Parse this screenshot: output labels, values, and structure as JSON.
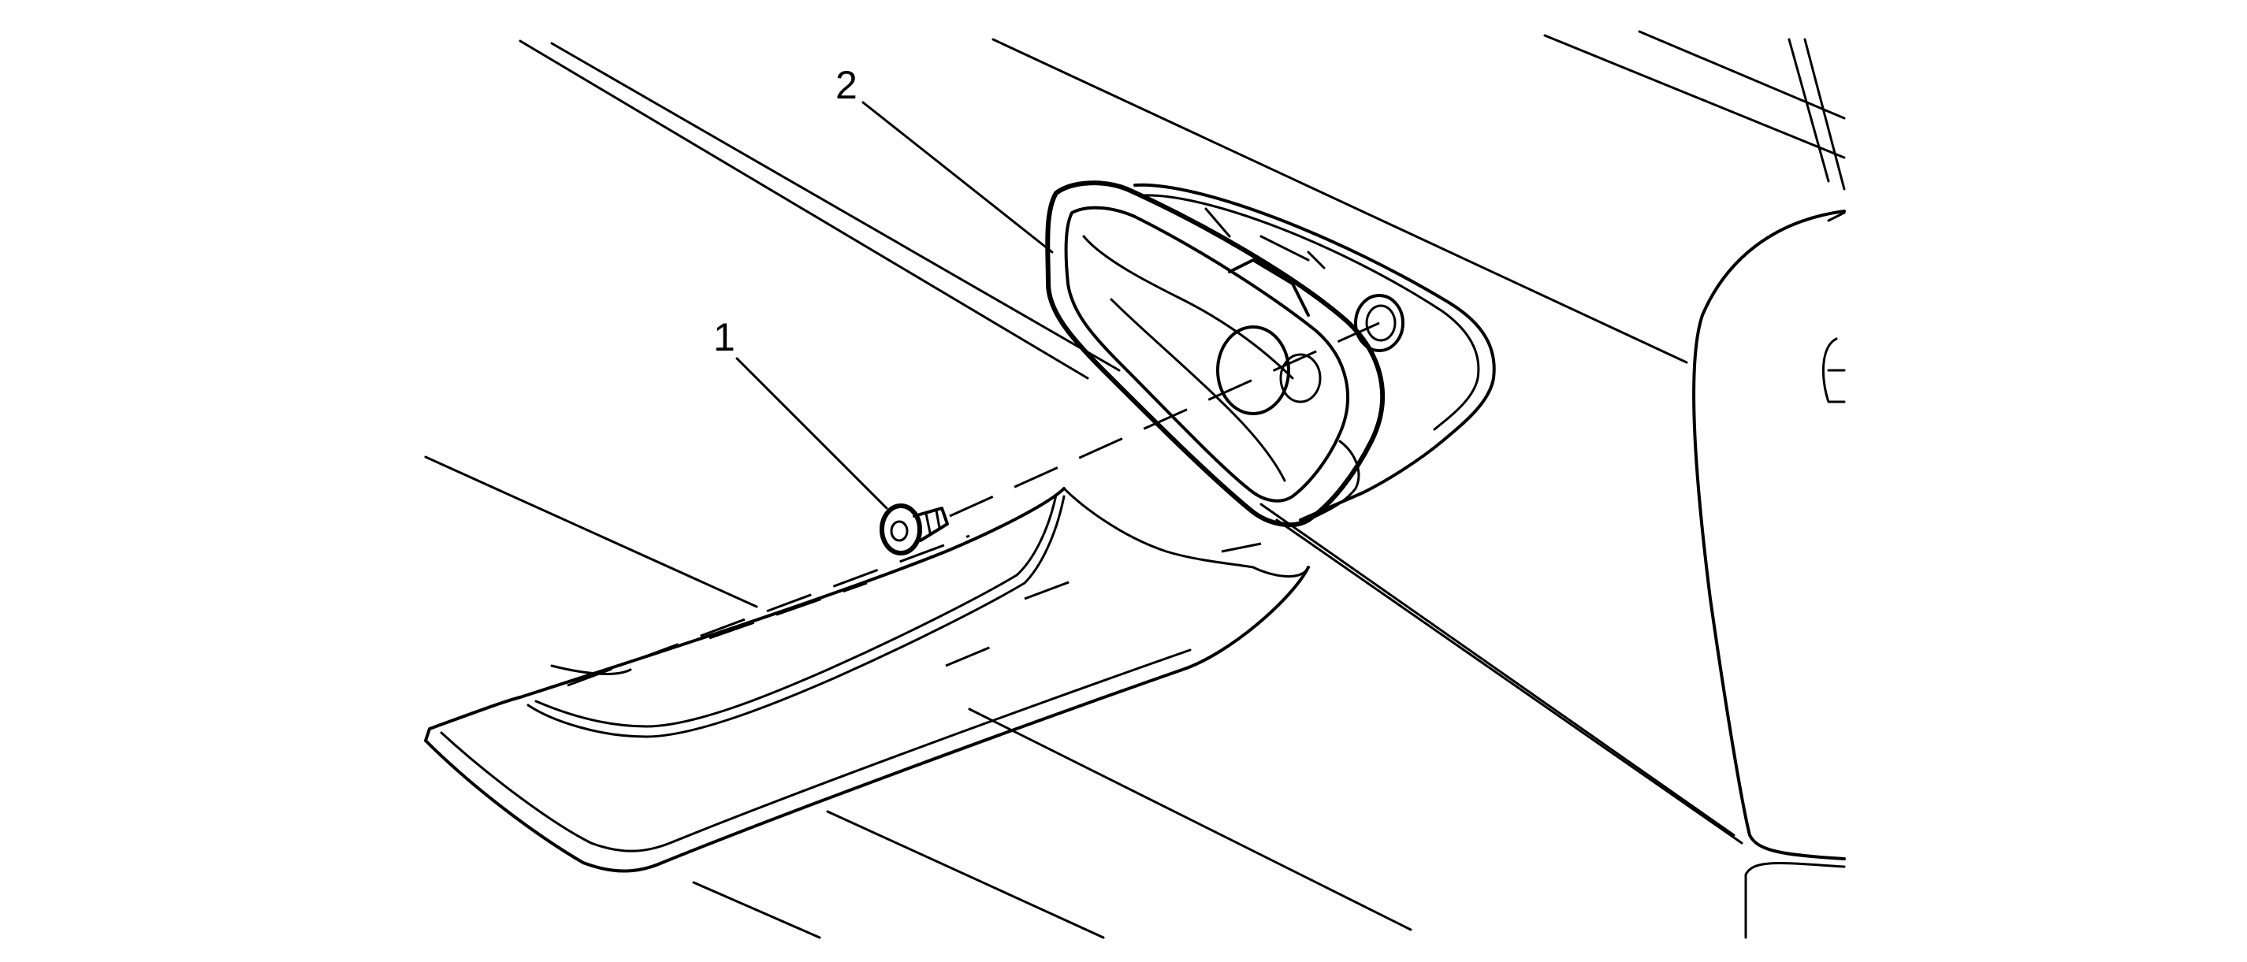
{
  "callouts": [
    {
      "number": "1",
      "part": "fastener-screw"
    },
    {
      "number": "2",
      "part": "door-handle-bezel"
    }
  ],
  "colors": {
    "line": "#000000",
    "background": "#ffffff"
  }
}
